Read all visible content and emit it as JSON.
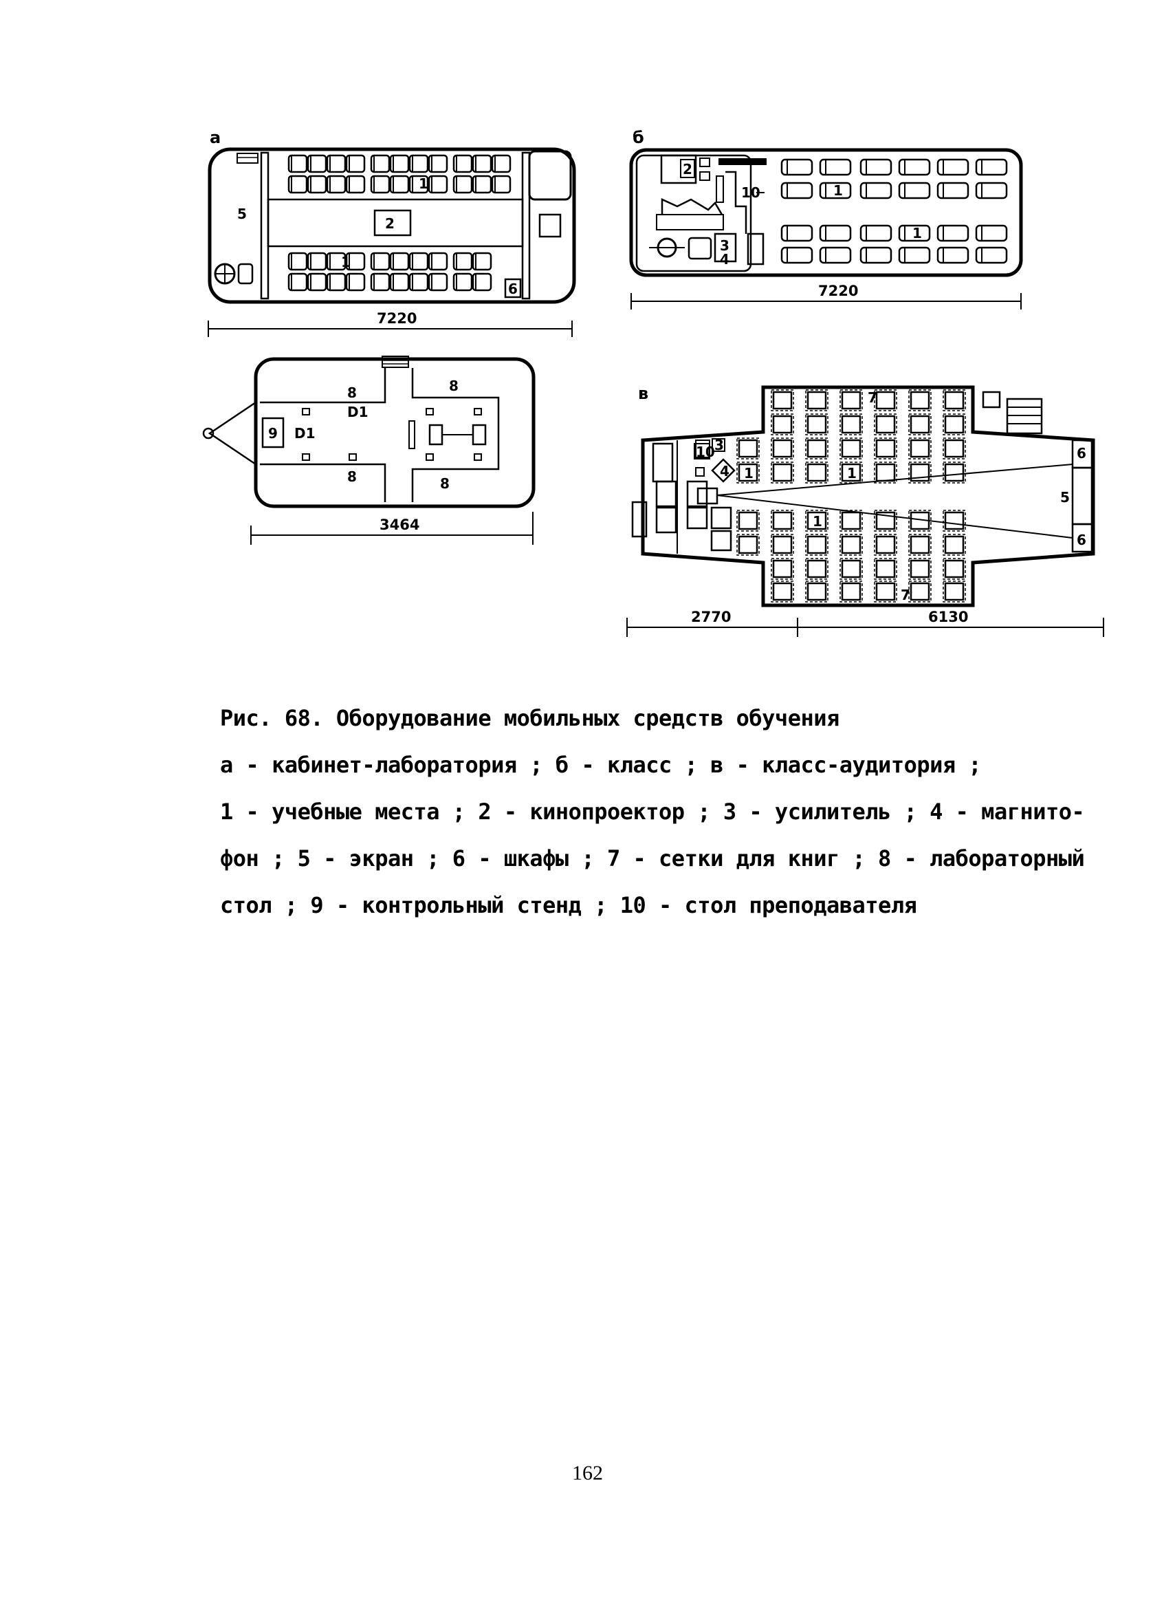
{
  "figure": {
    "plan_a": {
      "letter": "а",
      "dimension": "7220",
      "callouts": [
        "1",
        "2",
        "5",
        "6",
        "1"
      ]
    },
    "plan_a_trailer": {
      "dimension": "3464",
      "callouts": [
        "8",
        "8",
        "8",
        "8",
        "9",
        "D1",
        "D1"
      ]
    },
    "plan_b": {
      "letter": "б",
      "dimension": "7220",
      "callouts": [
        "2",
        "10",
        "1",
        "1",
        "3",
        "4"
      ]
    },
    "plan_v": {
      "letter": "в",
      "dimension_left": "2770",
      "dimension_right": "6130",
      "callouts": [
        "7",
        "7",
        "10",
        "3",
        "4",
        "1",
        "1",
        "1",
        "5",
        "6",
        "6"
      ]
    }
  },
  "caption": {
    "line1": "Рис. 68. Оборудование мобильных средств обучения",
    "line2": "а - кабинет-лаборатория ; б - класс ; в - класс-аудитория ;",
    "line3": "1 - учебные места ; 2 - кинопроектор ; 3 - усилитель ; 4 - магнито-",
    "line4": "фон ; 5 - экран ; 6 - шкафы ; 7 - сетки для книг ; 8 - лабораторный",
    "line5": "стол ; 9 - контрольный стенд ; 10 - стол преподавателя"
  },
  "page_number": "162"
}
